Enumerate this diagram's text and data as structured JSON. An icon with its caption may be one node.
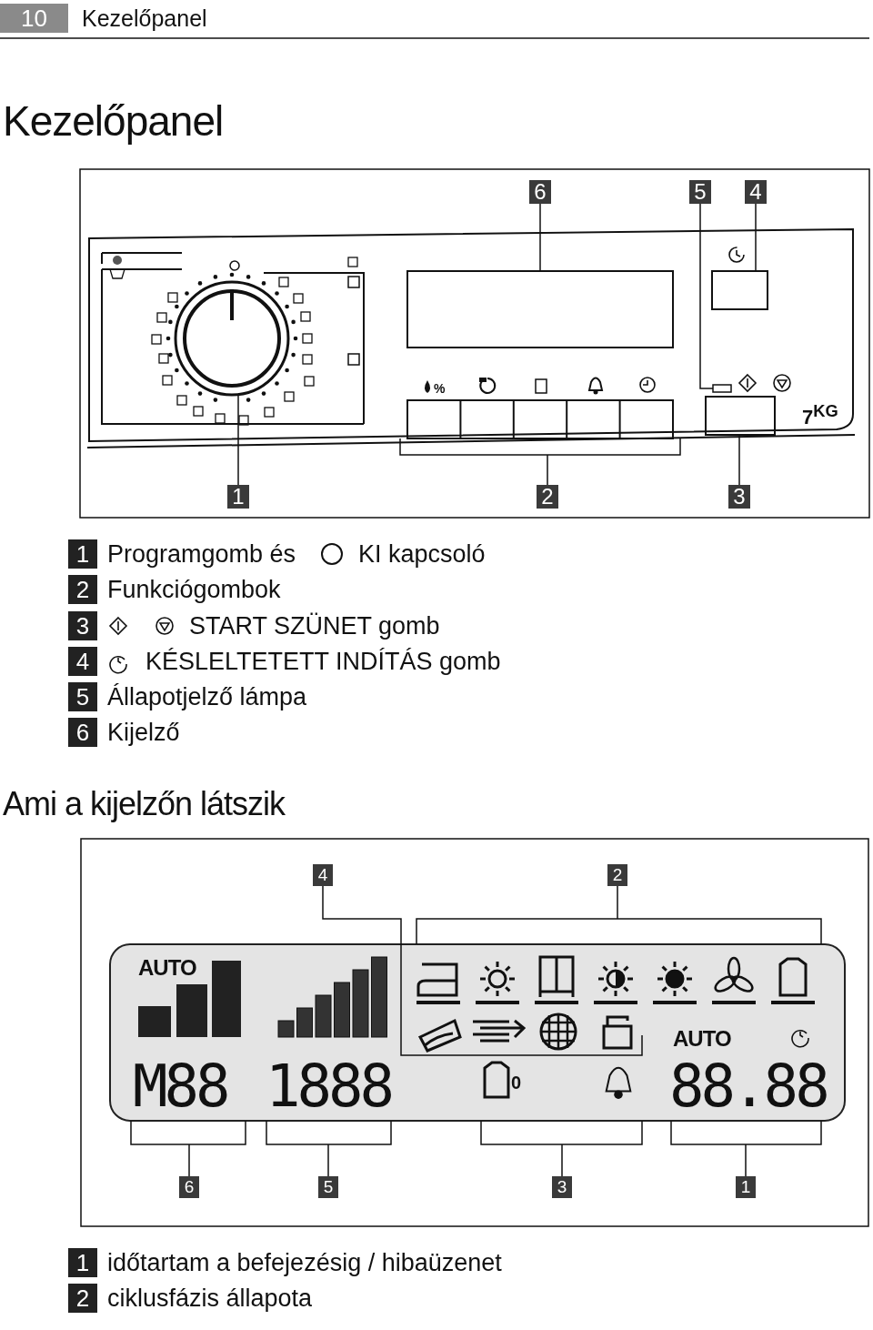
{
  "diagram": {
    "title": "Kezelőpanel",
    "nodes": [
      {
        "text": [
          "6"
        ]
      },
      {
        "text": [
          "5"
        ]
      },
      {
        "text": [
          "4"
        ]
      },
      {
        "text": [
          "1"
        ]
      },
      {
        "text": [
          "2"
        ]
      },
      {
        "text": [
          "3"
        ]
      },
      {
        "text": [
          "4"
        ]
      },
      {
        "text": [
          "2"
        ]
      },
      {
        "text": [
          "6"
        ]
      },
      {
        "text": [
          "5"
        ]
      },
      {
        "text": [
          "3"
        ]
      },
      {
        "text": [
          "1"
        ]
      },
      {
        "text": [],
        "shape": "box"
      },
      {
        "text": [],
        "shape": "box"
      },
      {
        "text": [],
        "shape": "box"
      },
      {
        "text": [],
        "shape": "circle"
      },
      {
        "text": [],
        "shape": "box"
      },
      {
        "text": [],
        "shape": "box"
      },
      {
        "text": [],
        "shape": "box"
      }
    ],
    "edges": [
      {
        "from": 0,
        "to": 12,
        "arrow": "none"
      },
      {
        "from": 1,
        "to": 13,
        "arrow": "none"
      },
      {
        "from": 2,
        "to": 14,
        "arrow": "none"
      },
      {
        "from": 3,
        "to": 15,
        "arrow": "none"
      },
      {
        "from": 4,
        "to": 16,
        "arrow": "none"
      },
      {
        "from": 5,
        "to": 17,
        "arrow": "none"
      },
      {
        "from": 6,
        "to": 18,
        "arrow": "none"
      },
      {
        "from": 7,
        "to": 18,
        "arrow": "none"
      },
      {
        "from": 8,
        "to": 18,
        "arrow": "none"
      },
      {
        "from": 9,
        "to": 18,
        "arrow": "none"
      },
      {
        "from": 10,
        "to": 18,
        "arrow": "none"
      },
      {
        "from": 11,
        "to": 18,
        "arrow": "none"
      }
    ],
    "labels": [
      "10",
      "Kezelőpanel",
      "%",
      "7$^{KG}$",
      "1",
      "Programgomb és",
      "KI kapcsoló",
      "2",
      "Funkciógombok",
      "3",
      "START SZÜNET gomb",
      "4",
      "KÉSLELTETETT INDÍTÁS gomb",
      "5",
      "Állapotjelző lámpa",
      "6",
      "Kijelző",
      "Ami a kijelzőn látszik",
      "AUTO",
      "M88",
      "1888",
      "AUTO",
      "0",
      "88.88",
      "1",
      "időtartam a befejezésig / hibaüzenet",
      "2",
      "ciklusfázis állapota"
    ]
  }
}
